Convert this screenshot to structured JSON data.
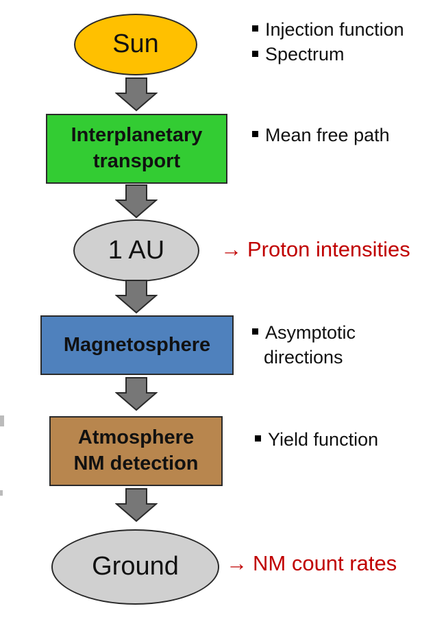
{
  "nodes": {
    "sun": {
      "label": "Sun",
      "fill": "#FFC000"
    },
    "interplanetary": {
      "label": "Interplanetary\ntransport",
      "fill": "#33CC33"
    },
    "au": {
      "label": "1 AU",
      "fill": "#D0D0D0"
    },
    "magnetosphere": {
      "label": "Magnetosphere",
      "fill": "#4F81BD"
    },
    "atmosphere": {
      "label": "Atmosphere\nNM detection",
      "fill": "#B8864E"
    },
    "ground": {
      "label": "Ground",
      "fill": "#D0D0D0"
    }
  },
  "notes": {
    "sun": [
      "Injection function",
      "Spectrum"
    ],
    "interplanetary": [
      "Mean free path"
    ],
    "magnetosphere": [
      "Asymptotic",
      "directions"
    ],
    "atmosphere": [
      "Yield function"
    ]
  },
  "outputs": {
    "au": {
      "arrow": "→",
      "text": "Proton intensities"
    },
    "ground": {
      "arrow": "→",
      "text": "NM count rates"
    }
  },
  "colors": {
    "arrow": "#777777",
    "output": "#C00000",
    "border": "#2A2A2A"
  }
}
